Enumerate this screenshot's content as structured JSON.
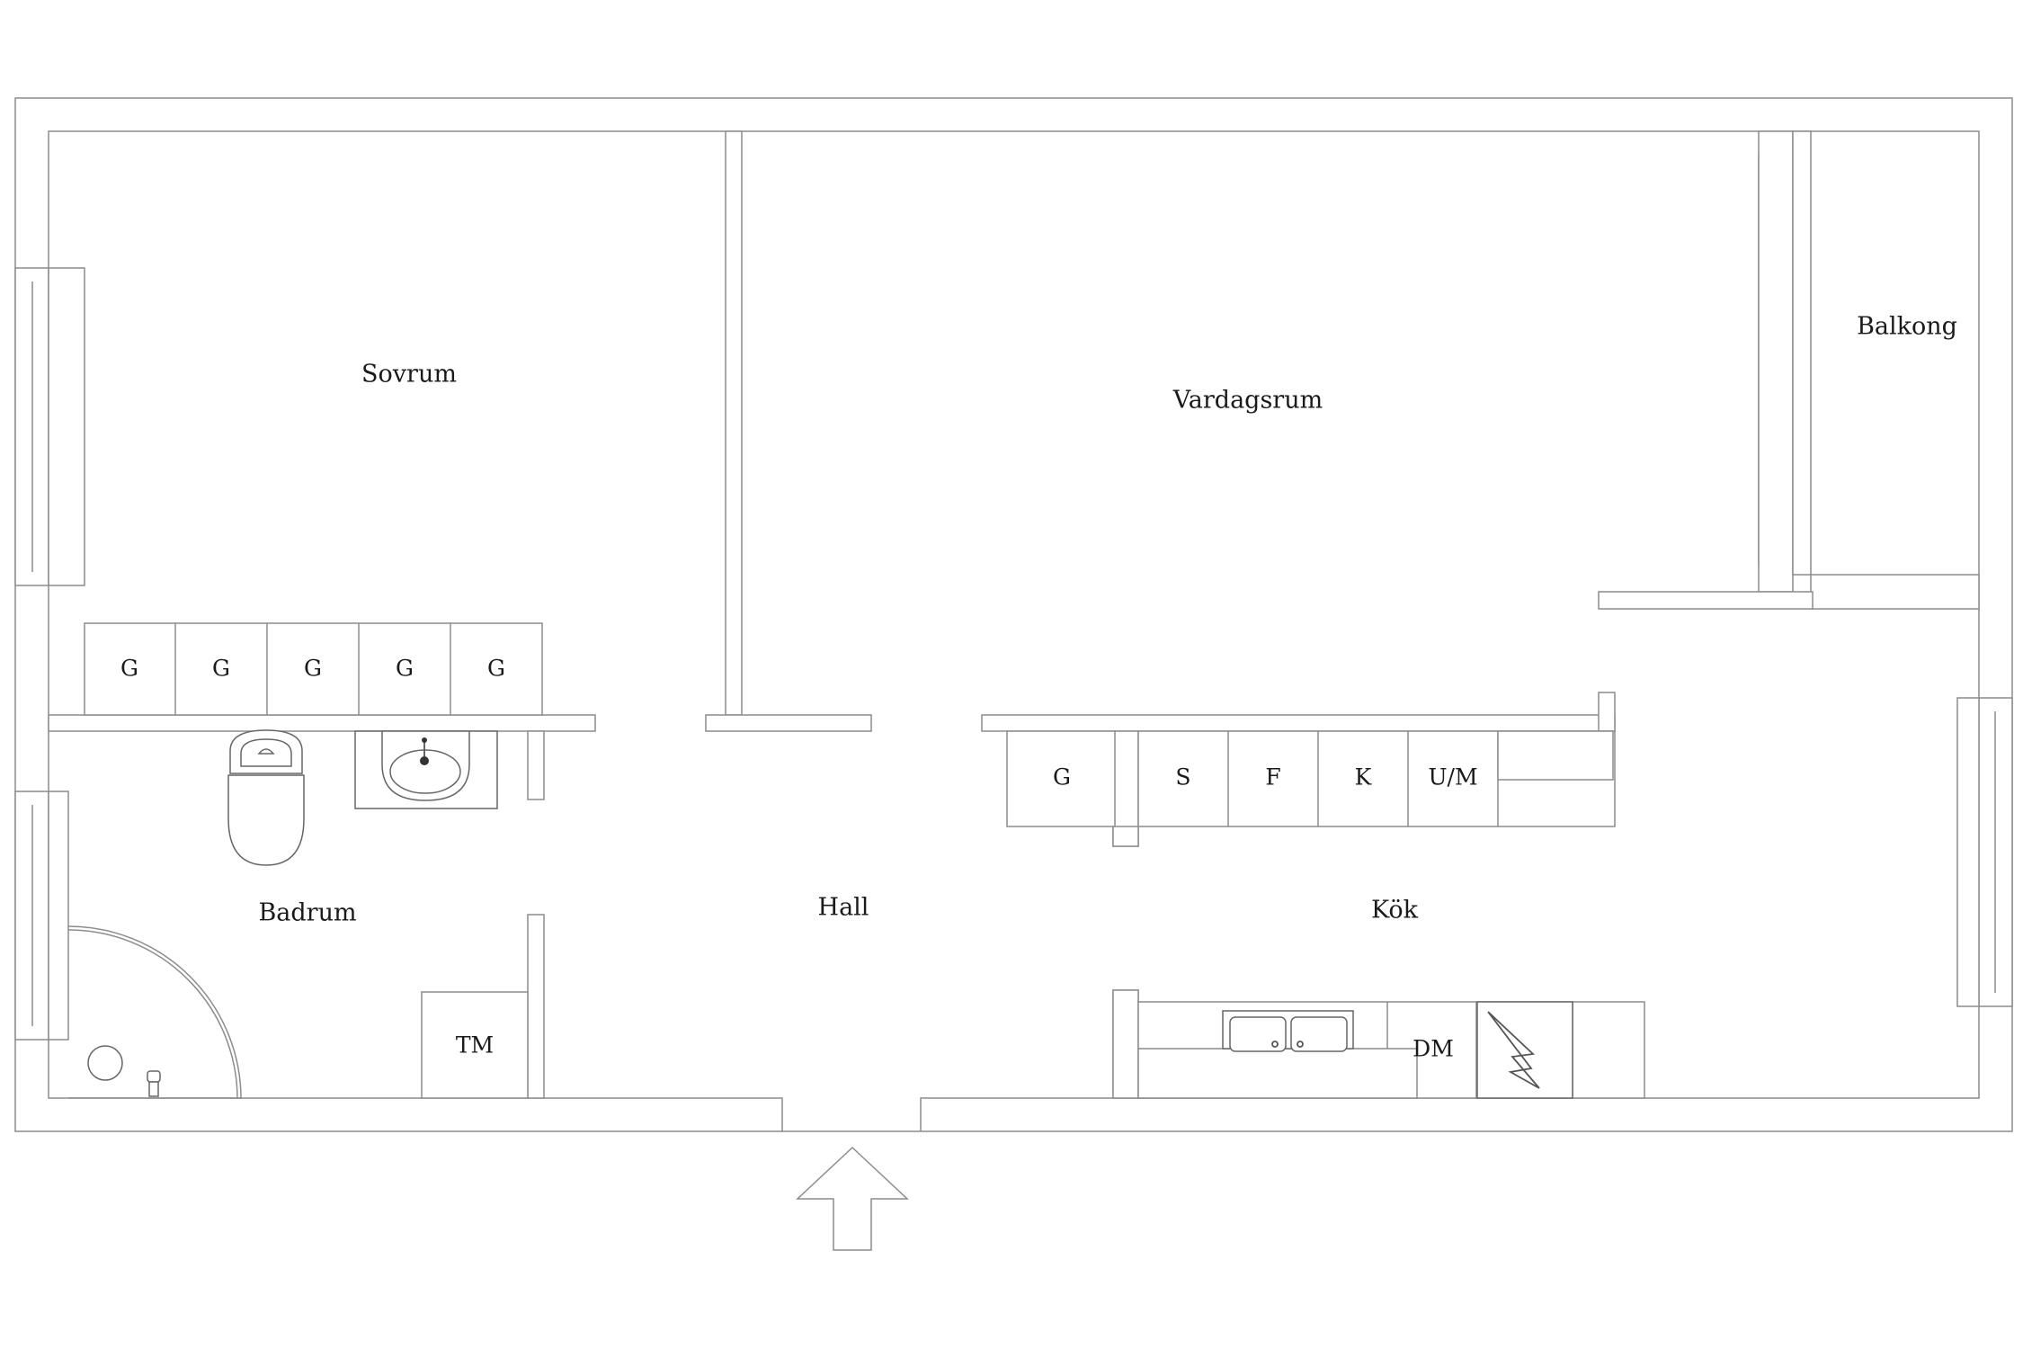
{
  "rooms": {
    "sovrum": "Sovrum",
    "vardagsrum": "Vardagsrum",
    "balkong": "Balkong",
    "badrum": "Badrum",
    "hall": "Hall",
    "kok": "Kök"
  },
  "bedroom_wardrobes": [
    "G",
    "G",
    "G",
    "G",
    "G"
  ],
  "kitchen_cabinets": [
    "G",
    "S",
    "F",
    "K",
    "U/M"
  ],
  "appliances": {
    "washing_machine": "TM",
    "dishwasher": "DM"
  },
  "icons": {
    "entrance": "entrance-arrow-icon",
    "toilet": "toilet-icon",
    "washbasin": "washbasin-icon",
    "shower": "shower-icon",
    "kitchen_sink": "kitchen-sink-icon",
    "stove": "stove-icon"
  }
}
